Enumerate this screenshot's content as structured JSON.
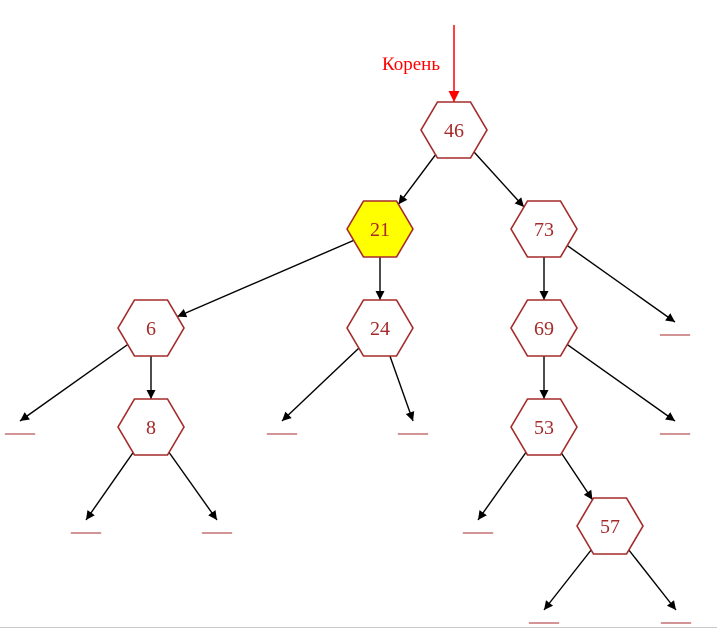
{
  "colors": {
    "node_stroke": "#a52a2a",
    "node_text": "#a52a2a",
    "node_fill": "#ffffff",
    "highlight_fill": "#ffff00",
    "edge": "#000000",
    "root_pointer": "#ff0000"
  },
  "root_label": "Корень",
  "null_label": "___",
  "nodes": [
    {
      "id": "n46",
      "label": "46"
    },
    {
      "id": "n21",
      "label": "21",
      "highlighted": true
    },
    {
      "id": "n73",
      "label": "73"
    },
    {
      "id": "n6",
      "label": "6"
    },
    {
      "id": "n24",
      "label": "24"
    },
    {
      "id": "n69",
      "label": "69"
    },
    {
      "id": "n8",
      "label": "8"
    },
    {
      "id": "n53",
      "label": "53"
    },
    {
      "id": "n57",
      "label": "57"
    }
  ],
  "edges": [
    {
      "from": "n46",
      "to": "n21"
    },
    {
      "from": "n46",
      "to": "n73"
    },
    {
      "from": "n21",
      "to": "n6"
    },
    {
      "from": "n21",
      "to": "n24"
    },
    {
      "from": "n73",
      "to": "n69"
    },
    {
      "from": "n73",
      "to": "null-73-right"
    },
    {
      "from": "n6",
      "to": "null-6-left"
    },
    {
      "from": "n6",
      "to": "n8"
    },
    {
      "from": "n8",
      "to": "null-8-left"
    },
    {
      "from": "n8",
      "to": "null-8-right"
    },
    {
      "from": "n24",
      "to": "null-24-left"
    },
    {
      "from": "n24",
      "to": "null-24-right"
    },
    {
      "from": "n69",
      "to": "n53"
    },
    {
      "from": "n69",
      "to": "null-69-right"
    },
    {
      "from": "n53",
      "to": "null-53-left"
    },
    {
      "from": "n53",
      "to": "n57"
    },
    {
      "from": "n57",
      "to": "null-57-left"
    },
    {
      "from": "n57",
      "to": "null-57-right"
    }
  ]
}
